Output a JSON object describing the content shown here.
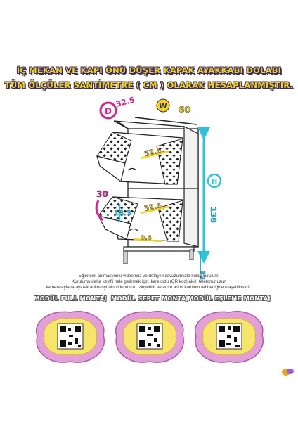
{
  "headline": {
    "line1": "İÇ MEKAN VE KAPI ÖNÜ DÜŞER KAPAK AYAKKABI DOLABI",
    "line2": "TÜM ÖLÇÜLER SANTİMETRE ( CM ) OLARAK HESAPLANMIŞTIR."
  },
  "dimensions": {
    "depth_letter": "D",
    "depth_value": "32.5",
    "width_letter": "W",
    "width_value": "60",
    "height_letter": "H",
    "height_value": "138",
    "inner_width_top": "52.6",
    "inner_width_bottom": "52.6",
    "angle_value": "30",
    "flap_depth": "9.6",
    "inner_depth": "18.3",
    "leg_height": "12"
  },
  "info": {
    "line1": "Eğlenceli animasyonlu videomuz ve detaylı kılavuzumuzla kolay kurulum!",
    "line2": "Kurulumu daha keyifli hale getirmek için, karekodu (QR kod) akıllı telefonunuzun",
    "line3": "kamerasıyla tarayarak animasyonlu videomuzu izleyebilir ve adım adım kurulum rehberliğine ulaşabilirsiniz."
  },
  "modules": [
    {
      "title": "MODÜL FULL MONTAJ",
      "icon": "qr-code-icon"
    },
    {
      "title": "MODÜL SEPET MONTAJ",
      "icon": "qr-code-icon"
    },
    {
      "title": "MODÜL EŞLEME MONTAJ",
      "icon": "qr-code-icon"
    }
  ],
  "colors": {
    "headline": "#f2d21a",
    "headline_outline": "#3a2a6a",
    "dimension_yellow": "#f6d21e",
    "dimension_cyan": "#2fc3d8",
    "dimension_magenta": "#d81f9a",
    "dimension_teal": "#1fb7c8"
  }
}
